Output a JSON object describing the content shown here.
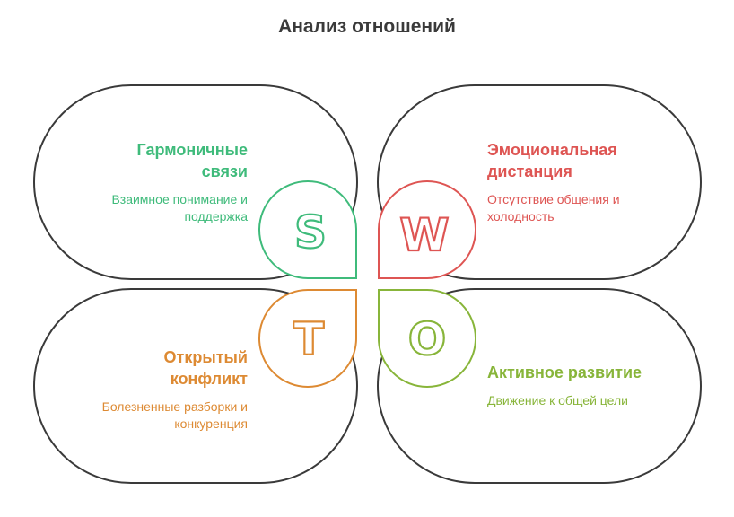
{
  "title": "Анализ отношений",
  "colors": {
    "outline": "#3a3a3a",
    "strengths": "#3fbb7b",
    "weaknesses": "#de5553",
    "threats": "#dd8a33",
    "opportunities": "#88b53a"
  },
  "quadrants": {
    "strengths": {
      "letter": "S",
      "heading_line1": "Гармоничные",
      "heading_line2": "связи",
      "desc_line1": "Взаимное понимание и",
      "desc_line2": "поддержка"
    },
    "weaknesses": {
      "letter": "W",
      "heading_line1": "Эмоциональная",
      "heading_line2": "дистанция",
      "desc_line1": "Отсутствие общения и",
      "desc_line2": "холодность"
    },
    "threats": {
      "letter": "T",
      "heading_line1": "Открытый",
      "heading_line2": "конфликт",
      "desc_line1": "Болезненные разборки и",
      "desc_line2": "конкуренция"
    },
    "opportunities": {
      "letter": "O",
      "heading_line1": "Активное развитие",
      "desc_line1": "Движение к общей цели"
    }
  }
}
